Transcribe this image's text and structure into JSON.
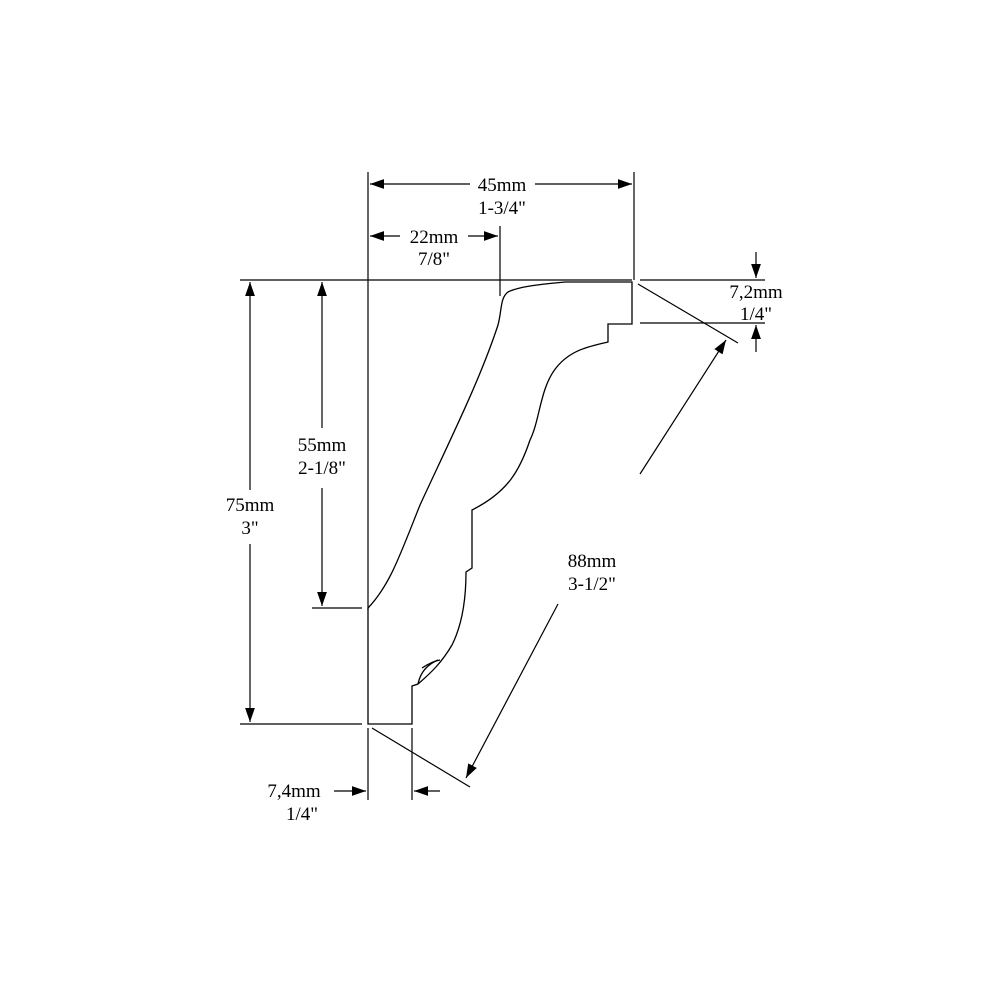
{
  "dimensions": {
    "top_width": {
      "metric": "45mm",
      "imperial": "1-3/4\""
    },
    "top_setback": {
      "metric": "22mm",
      "imperial": "7/8\""
    },
    "top_flat": {
      "metric": "7,2mm",
      "imperial": "1/4\""
    },
    "mid_height": {
      "metric": "55mm",
      "imperial": "2-1/8\""
    },
    "total_height": {
      "metric": "75mm",
      "imperial": "3\""
    },
    "diagonal": {
      "metric": "88mm",
      "imperial": "3-1/2\""
    },
    "bottom_flat": {
      "metric": "7,4mm",
      "imperial": "1/4\""
    }
  },
  "colors": {
    "line": "#000000",
    "background": "#ffffff"
  }
}
